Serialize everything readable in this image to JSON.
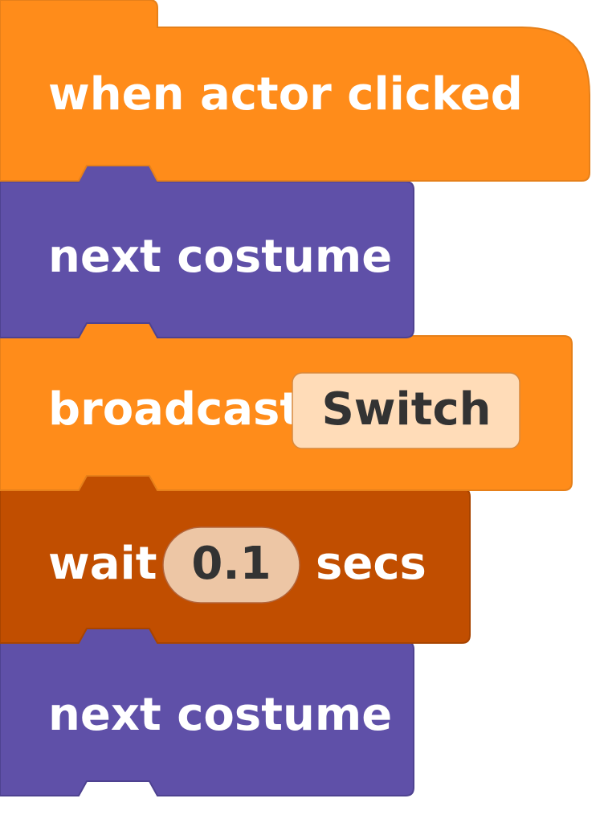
{
  "script": {
    "colors": {
      "events": "#FF8C1A",
      "events_stroke": "#E6801A",
      "looks": "#5F50A8",
      "looks_stroke": "#4E4290",
      "control": "#C14E00",
      "control_stroke": "#A84400",
      "text_input_bg": "#FFDCB8",
      "number_input_bg": "#EDC6A5",
      "label_text": "#FFFFFF",
      "input_text": "#333333"
    },
    "blocks": [
      {
        "kind": "hat",
        "category": "events",
        "label": "when actor clicked"
      },
      {
        "kind": "stack",
        "category": "looks",
        "label": "next costume"
      },
      {
        "kind": "stack",
        "category": "events",
        "label": "broadcast",
        "input": {
          "type": "dropdown",
          "value": "Switch"
        }
      },
      {
        "kind": "stack",
        "category": "control",
        "label": "wait",
        "input": {
          "type": "number",
          "value": "0.1"
        },
        "suffix": "secs"
      },
      {
        "kind": "stack",
        "category": "looks",
        "label": "next costume"
      }
    ]
  }
}
